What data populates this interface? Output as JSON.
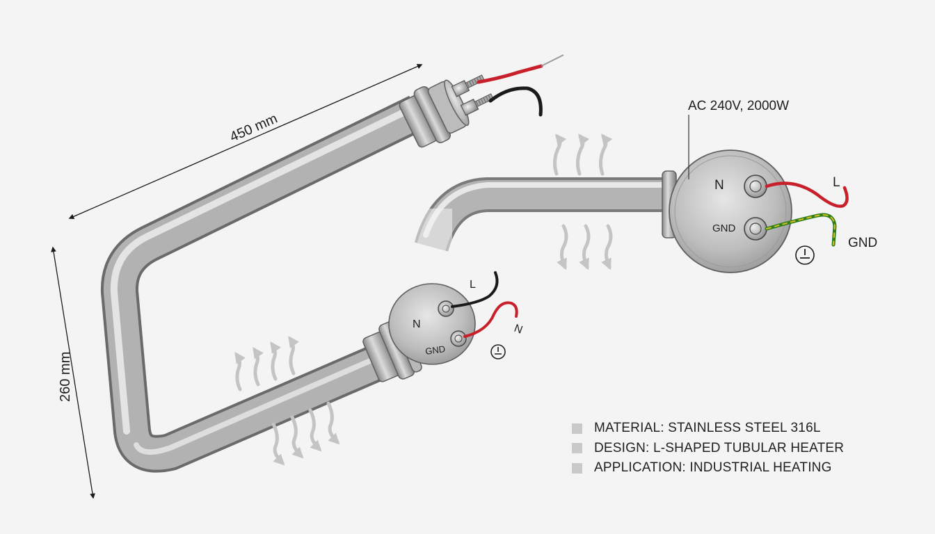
{
  "dimensions": {
    "length_label": "450 mm",
    "height_label": "260 mm"
  },
  "spec_label": "AC 240V, 2000W",
  "right_terminal": {
    "n_label": "N",
    "gnd_label": "GND",
    "l_wire_label": "L",
    "gnd_wire_label": "GND"
  },
  "bottom_terminal": {
    "n_label": "N",
    "gnd_label": "GND",
    "l_wire_label": "L",
    "n_wire_label": "N"
  },
  "legend": [
    {
      "text": "MATERIAL: STAINLESS STEEL 316L"
    },
    {
      "text": "DESIGN: L-SHAPED TUBULAR HEATER"
    },
    {
      "text": "APPLICATION: INDUSTRIAL HEATING"
    }
  ],
  "colors": {
    "background": "#f4f4f4",
    "steel": "#a9a9a9",
    "live_wire": "#c8202a",
    "neutral_wire": "#1a1a1a",
    "ground_wire_green": "#2e7d1f",
    "ground_wire_yellow": "#d4c21a",
    "heat_arrows": "#c4c4c4"
  }
}
